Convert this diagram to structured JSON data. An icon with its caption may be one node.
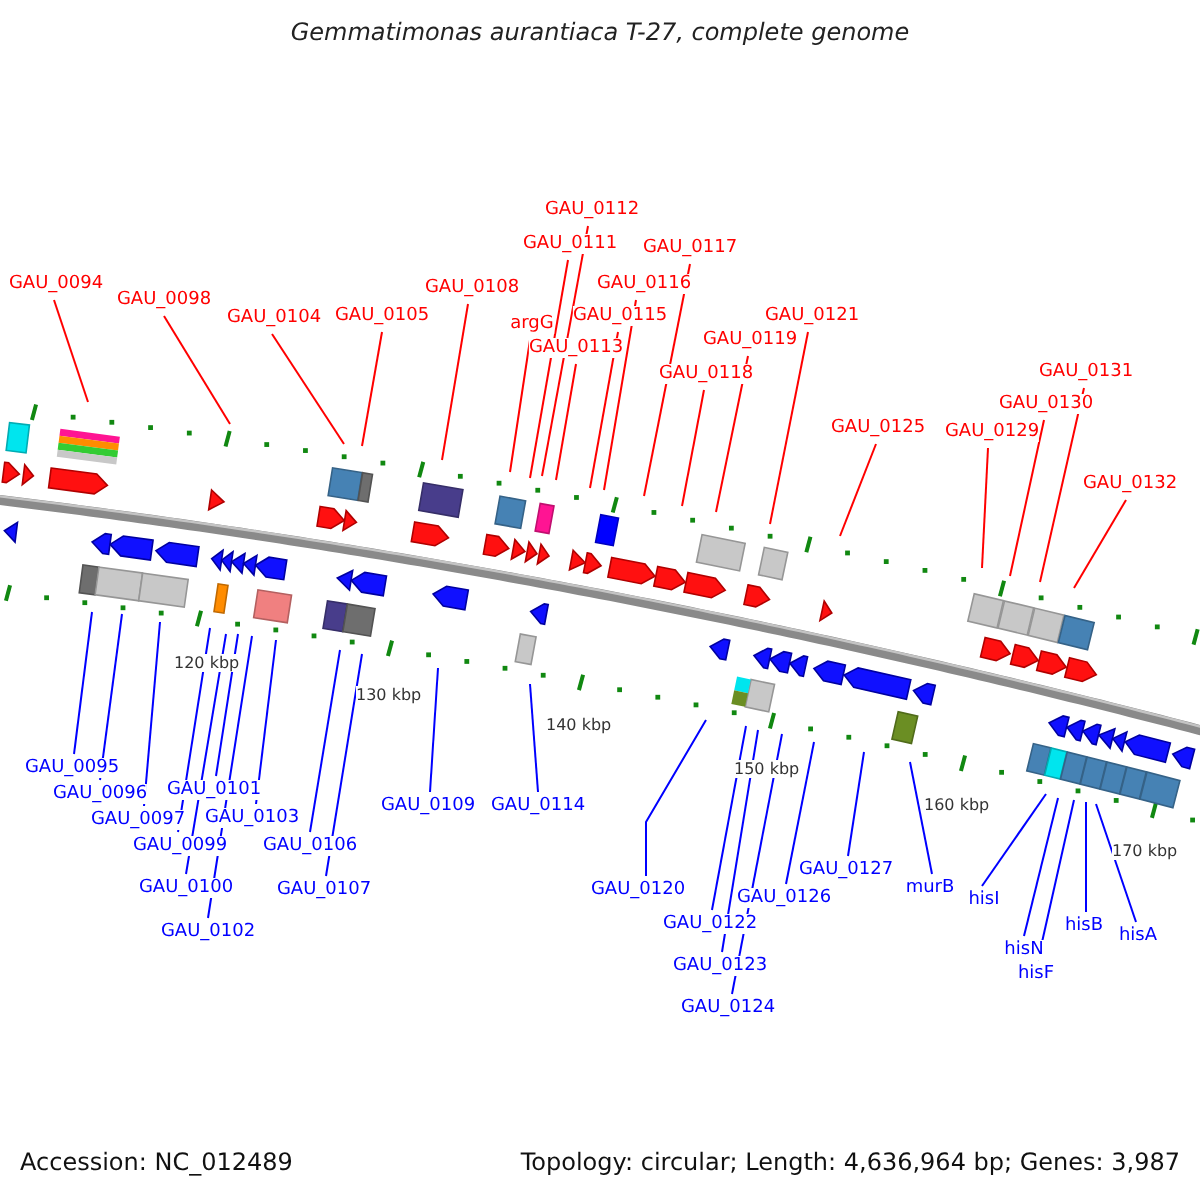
{
  "diagram": {
    "title": "Gemmatimonas aurantiaca T-27, complete genome",
    "nodes": [
      {
        "text": [
          "GAU_0094"
        ]
      },
      {
        "text": [
          "GAU_0098"
        ]
      },
      {
        "text": [
          "GAU_0104"
        ]
      },
      {
        "text": [
          "GAU_0105"
        ]
      },
      {
        "text": [
          "GAU_0108"
        ]
      },
      {
        "text": [
          "argG"
        ]
      },
      {
        "text": [
          "GAU_0111"
        ]
      },
      {
        "text": [
          "GAU_0112"
        ]
      },
      {
        "text": [
          "GAU_0113"
        ]
      },
      {
        "text": [
          "GAU_0115"
        ]
      },
      {
        "text": [
          "GAU_0116"
        ]
      },
      {
        "text": [
          "GAU_0117"
        ]
      },
      {
        "text": [
          "GAU_0118"
        ]
      },
      {
        "text": [
          "GAU_0119"
        ]
      },
      {
        "text": [
          "GAU_0121"
        ]
      },
      {
        "text": [
          "GAU_0125"
        ]
      },
      {
        "text": [
          "GAU_0129"
        ]
      },
      {
        "text": [
          "GAU_0130"
        ]
      },
      {
        "text": [
          "GAU_0131"
        ]
      },
      {
        "text": [
          "GAU_0132"
        ]
      },
      {
        "text": [
          "GAU_0095"
        ]
      },
      {
        "text": [
          "GAU_0096"
        ]
      },
      {
        "text": [
          "GAU_0097"
        ]
      },
      {
        "text": [
          "GAU_0099"
        ]
      },
      {
        "text": [
          "GAU_0100"
        ]
      },
      {
        "text": [
          "GAU_0101"
        ]
      },
      {
        "text": [
          "GAU_0102"
        ]
      },
      {
        "text": [
          "GAU_0103"
        ]
      },
      {
        "text": [
          "GAU_0106"
        ]
      },
      {
        "text": [
          "GAU_0107"
        ]
      },
      {
        "text": [
          "GAU_0109"
        ]
      },
      {
        "text": [
          "GAU_0114"
        ]
      },
      {
        "text": [
          "GAU_0120"
        ]
      },
      {
        "text": [
          "GAU_0122"
        ]
      },
      {
        "text": [
          "GAU_0123"
        ]
      },
      {
        "text": [
          "GAU_0124"
        ]
      },
      {
        "text": [
          "GAU_0126"
        ]
      },
      {
        "text": [
          "GAU_0127"
        ]
      },
      {
        "text": [
          "murB"
        ]
      },
      {
        "text": [
          "hisI"
        ]
      },
      {
        "text": [
          "hisN"
        ]
      },
      {
        "text": [
          "hisF"
        ]
      },
      {
        "text": [
          "hisB"
        ]
      },
      {
        "text": [
          "hisA"
        ]
      }
    ],
    "edges": [
      {
        "from": 0,
        "to": null,
        "arrow": "none",
        "color": "#ff0000"
      },
      {
        "from": 1,
        "to": null,
        "arrow": "none",
        "color": "#ff0000"
      },
      {
        "from": 2,
        "to": null,
        "arrow": "none",
        "color": "#ff0000"
      },
      {
        "from": 3,
        "to": null,
        "arrow": "none",
        "color": "#ff0000"
      },
      {
        "from": 4,
        "to": null,
        "arrow": "none",
        "color": "#ff0000"
      },
      {
        "from": 5,
        "to": null,
        "arrow": "none",
        "color": "#ff0000"
      },
      {
        "from": 6,
        "to": null,
        "arrow": "none",
        "color": "#ff0000"
      },
      {
        "from": 7,
        "to": null,
        "arrow": "none",
        "color": "#ff0000"
      },
      {
        "from": 8,
        "to": null,
        "arrow": "none",
        "color": "#ff0000"
      },
      {
        "from": 9,
        "to": null,
        "arrow": "none",
        "color": "#ff0000"
      },
      {
        "from": 10,
        "to": null,
        "arrow": "none",
        "color": "#ff0000"
      },
      {
        "from": 11,
        "to": null,
        "arrow": "none",
        "color": "#ff0000"
      },
      {
        "from": 12,
        "to": null,
        "arrow": "none",
        "color": "#ff0000"
      },
      {
        "from": 13,
        "to": null,
        "arrow": "none",
        "color": "#ff0000"
      },
      {
        "from": 14,
        "to": null,
        "arrow": "none",
        "color": "#ff0000"
      },
      {
        "from": 15,
        "to": null,
        "arrow": "none",
        "color": "#ff0000"
      },
      {
        "from": 16,
        "to": null,
        "arrow": "none",
        "color": "#ff0000"
      },
      {
        "from": 17,
        "to": null,
        "arrow": "none",
        "color": "#ff0000"
      },
      {
        "from": 18,
        "to": null,
        "arrow": "none",
        "color": "#ff0000"
      },
      {
        "from": 19,
        "to": null,
        "arrow": "none",
        "color": "#ff0000"
      },
      {
        "from": 20,
        "to": null,
        "arrow": "none"
      },
      {
        "from": 21,
        "to": null,
        "arrow": "none"
      },
      {
        "from": 22,
        "to": null,
        "arrow": "none"
      },
      {
        "from": 23,
        "to": null,
        "arrow": "none"
      },
      {
        "from": 24,
        "to": null,
        "arrow": "none"
      },
      {
        "from": 25,
        "to": null,
        "arrow": "none"
      },
      {
        "from": 26,
        "to": null,
        "arrow": "none"
      },
      {
        "from": 27,
        "to": null,
        "arrow": "none"
      },
      {
        "from": 28,
        "to": null,
        "arrow": "none"
      },
      {
        "from": 29,
        "to": null,
        "arrow": "none"
      },
      {
        "from": 30,
        "to": null,
        "arrow": "none"
      },
      {
        "from": 31,
        "to": null,
        "arrow": "none"
      },
      {
        "from": 32,
        "to": null,
        "arrow": "none"
      },
      {
        "from": 33,
        "to": null,
        "arrow": "none"
      },
      {
        "from": 34,
        "to": null,
        "arrow": "none"
      },
      {
        "from": 35,
        "to": null,
        "arrow": "none"
      },
      {
        "from": 36,
        "to": null,
        "arrow": "none"
      },
      {
        "from": 37,
        "to": null,
        "arrow": "none"
      },
      {
        "from": 38,
        "to": null,
        "arrow": "none"
      },
      {
        "from": 39,
        "to": null,
        "arrow": "none"
      },
      {
        "from": 40,
        "to": null,
        "arrow": "none"
      },
      {
        "from": 41,
        "to": null,
        "arrow": "none"
      },
      {
        "from": 42,
        "to": null,
        "arrow": "none"
      },
      {
        "from": 43,
        "to": null,
        "arrow": "none"
      }
    ],
    "labels": [
      "120 kbp",
      "130 kbp",
      "140 kbp",
      "150 kbp",
      "160 kbp",
      "170 kbp",
      "Accession: NC_012489",
      "Topology: circular; Length: 4,636,964 bp; Genes: 3,987"
    ]
  }
}
